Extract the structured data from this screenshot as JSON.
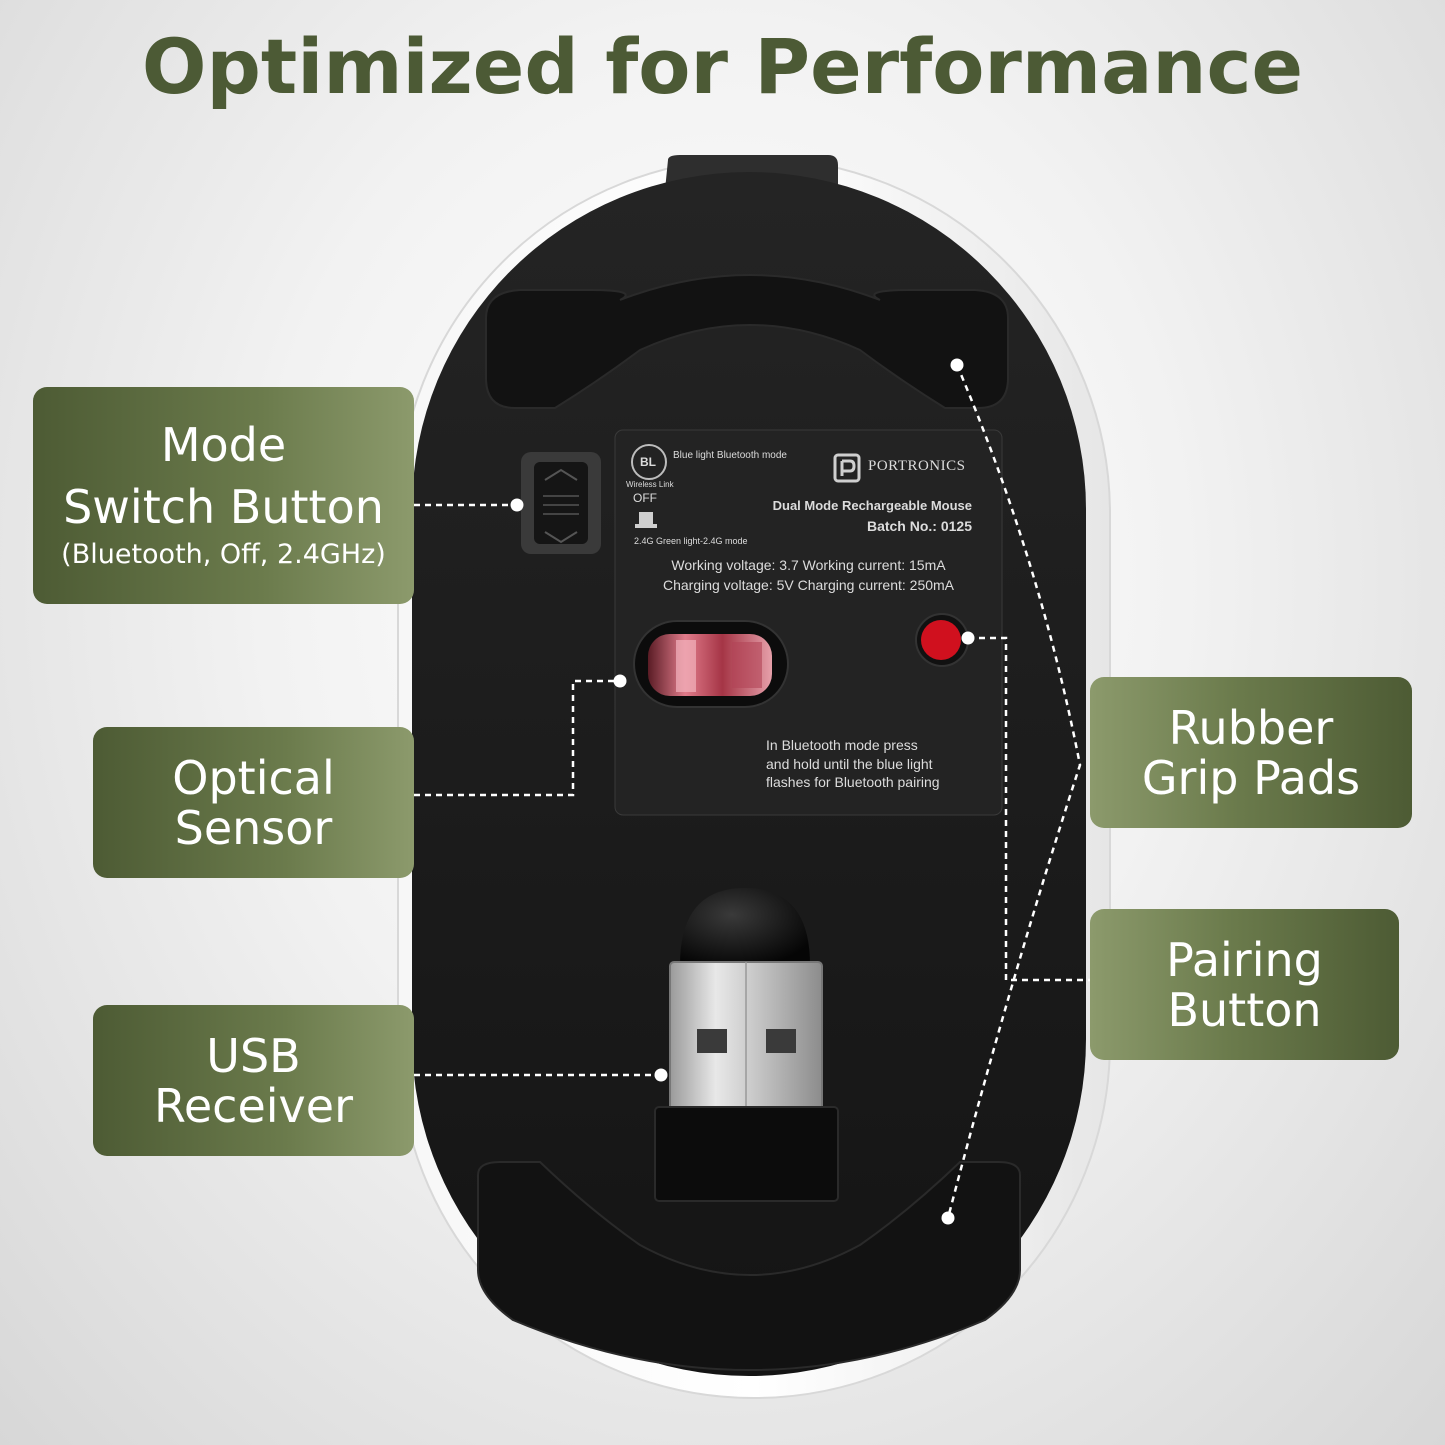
{
  "title": "Optimized for Performance",
  "labels": {
    "mode_switch": {
      "line1": "Mode",
      "line2": "Switch Button",
      "sub": "(Bluetooth, Off, 2.4GHz)"
    },
    "optical_sensor": {
      "line1": "Optical",
      "line2": "Sensor"
    },
    "usb_receiver": {
      "line1": "USB",
      "line2": "Receiver"
    },
    "rubber_grip": {
      "line1": "Rubber",
      "line2": "Grip Pads"
    },
    "pairing_button": {
      "line1": "Pairing",
      "line2": "Button"
    }
  },
  "sticker": {
    "bl_badge": "BL",
    "blue_light_mode": "Blue light Bluetooth mode",
    "wireless_link": "Wireless Link",
    "off": "OFF",
    "green_mode": "2.4G Green light-2.4G mode",
    "brand": "PORTRONICS",
    "product": "Dual Mode Rechargeable Mouse",
    "batch": "Batch No.: 0125",
    "working": "Working voltage: 3.7 Working current: 15mA",
    "charging": "Charging voltage: 5V Charging current: 250mA",
    "pairing_note_1": "In Bluetooth mode press",
    "pairing_note_2": "and hold until the blue light",
    "pairing_note_3": "flashes for Bluetooth pairing"
  },
  "colors": {
    "title": "#4c5a35",
    "label_dark": "#4d5b34",
    "label_light": "#8c9a6c",
    "mouse_body": "#1a1a1a",
    "pairing_button": "#d0101e"
  }
}
